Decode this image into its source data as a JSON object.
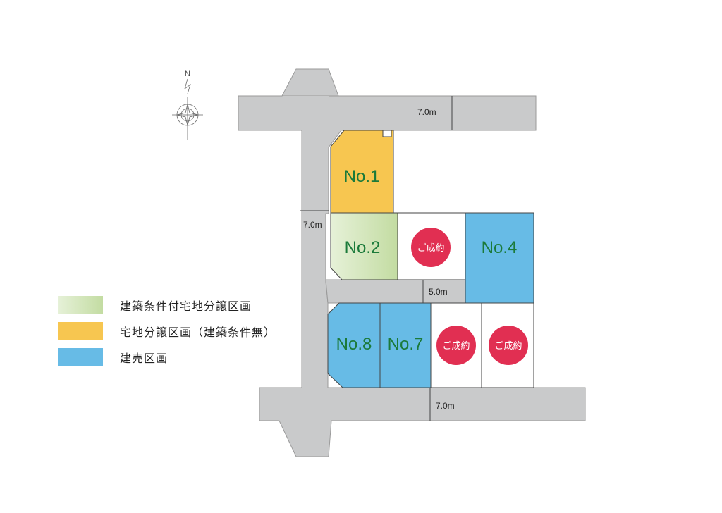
{
  "colors": {
    "road": "#c9cacb",
    "road_edge": "#9a9a9a",
    "green": "#cfe3b3",
    "green_fill_light": "#e3efd3",
    "yellow": "#f7c650",
    "blue": "#67bbe6",
    "sold": "#e12f52",
    "lot_text": "#1b7a3a",
    "line": "#444444"
  },
  "compass": {
    "north_label": "N"
  },
  "roads": {
    "top_width": "7.0m",
    "left_width": "7.0m",
    "inner_width": "5.0m",
    "bottom_width": "7.0m"
  },
  "lots": [
    {
      "id": "no1",
      "label": "No.1",
      "type": "yellow"
    },
    {
      "id": "no2",
      "label": "No.2",
      "type": "green"
    },
    {
      "id": "lot3",
      "label": "ご成約",
      "type": "sold"
    },
    {
      "id": "no4",
      "label": "No.4",
      "type": "blue"
    },
    {
      "id": "no8",
      "label": "No.8",
      "type": "blue"
    },
    {
      "id": "no7",
      "label": "No.7",
      "type": "blue"
    },
    {
      "id": "lot6",
      "label": "ご成約",
      "type": "sold"
    },
    {
      "id": "lot5",
      "label": "ご成約",
      "type": "sold"
    }
  ],
  "legend": [
    {
      "label": "建築条件付宅地分譲区画",
      "color": "green"
    },
    {
      "label": "宅地分譲区画（建築条件無）",
      "color": "yellow"
    },
    {
      "label": "建売区画",
      "color": "blue"
    }
  ]
}
